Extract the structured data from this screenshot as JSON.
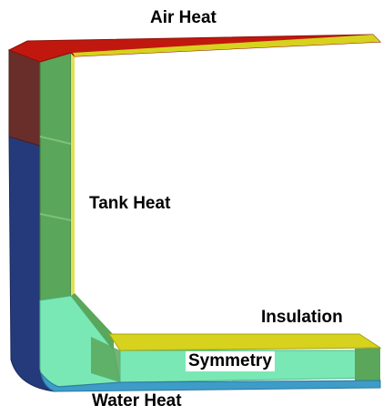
{
  "labels": {
    "air_heat": "Air Heat",
    "tank_heat": "Tank Heat",
    "insulation": "Insulation",
    "symmetry": "Symmetry",
    "water_heat": "Water Heat"
  },
  "colors": {
    "air_heat": "#c0180f",
    "tank_heat": "#5aa65a",
    "insulation": "#d6d21e",
    "symmetry": "#7ae8b4",
    "water_heat": "#3e9cc8",
    "outer_wall_lower": "#253a7a",
    "outer_wall_upper": "#6a2e2a"
  }
}
